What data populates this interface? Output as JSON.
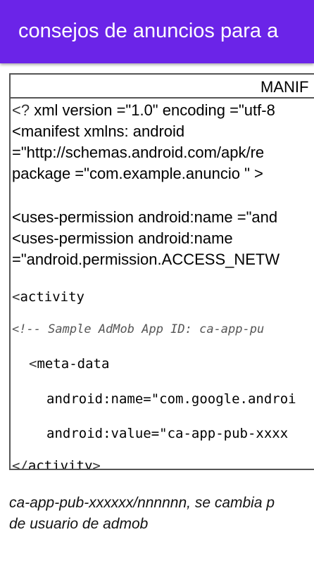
{
  "app_bar": {
    "title": "consejos de anuncios para a"
  },
  "table": {
    "header": "MANIF",
    "lines": [
      {
        "pre": "<?",
        "rest": " xml version =\"1.0\" encoding =\"utf-8"
      },
      {
        "pre": "",
        "rest": "<manifest xmlns: android"
      },
      {
        "pre": "",
        "rest": "=\"http://schemas.android.com/apk/re"
      },
      {
        "pre": "",
        "rest": "package =\"com.example.anuncio \" >"
      },
      {
        "pre": "",
        "rest": "<uses-permission android:name =\"and"
      },
      {
        "pre": "",
        "rest": "<uses-permission android:name"
      },
      {
        "pre": "",
        "rest": "=\"android.permission.ACCESS_NETW"
      },
      {
        "pre": "<",
        "rest": "activity"
      },
      {
        "pre": "",
        "rest": "<!-- Sample AdMob App ID: ca-app-pu"
      },
      {
        "pre": "<",
        "rest": "meta-data"
      },
      {
        "pre": "",
        "rest": "android:name=\"com.google.androi"
      },
      {
        "pre": "",
        "rest": "android:value=\"ca-app-pub-xxxx"
      },
      {
        "pre": "</",
        "rest": "activity",
        "post": ">"
      }
    ]
  },
  "note": {
    "line1": "ca-app-pub-xxxxxx/nnnnnn, se cambia p",
    "line2": "de usuario de admob"
  }
}
